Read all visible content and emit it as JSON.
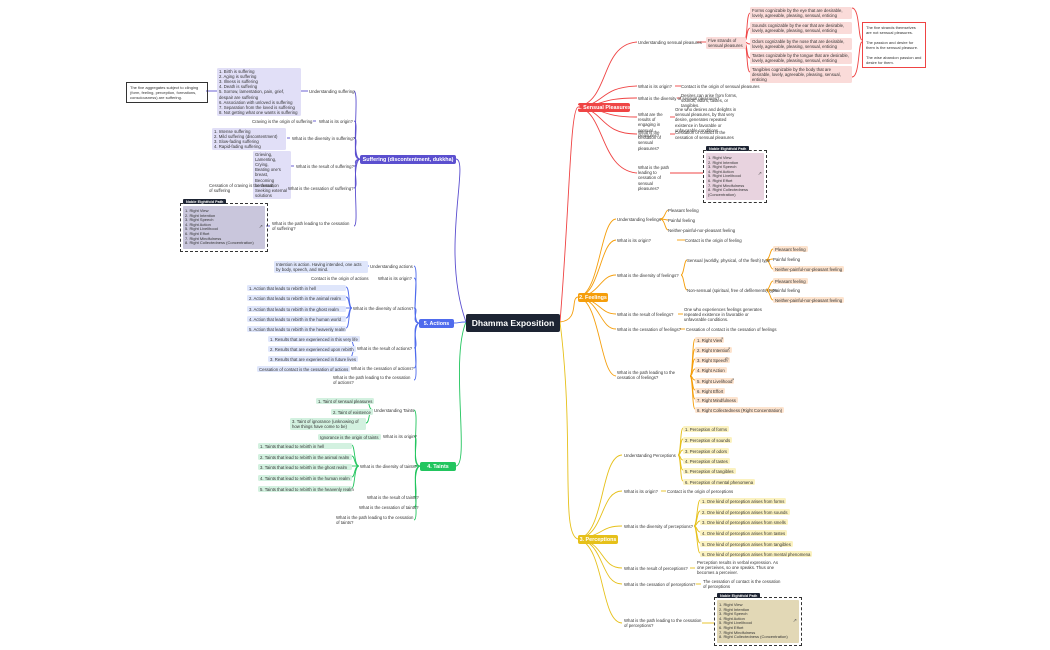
{
  "root": "Dhamma Exposition",
  "sensual": {
    "title": "1. Sensual Pleasures",
    "understanding": "Understanding sensual pleasures",
    "five_strands": "Five strands of sensual pleasures",
    "forms": "Forms cognizable by the eye that are desirable, lovely, agreeable, pleasing, sensual, enticing",
    "sounds": "Sounds cognizable by the ear that are desirable, lovely, agreeable, pleasing, sensual, enticing",
    "odors": "Odors cognizable by the nose that are desirable, lovely, agreeable, pleasing, sensual, enticing",
    "tastes": "Tastes cognizable by the tongue that are desirable, lovely, agreeable, pleasing, sensual, enticing",
    "tangibles": "Tangibles cognizable by the body that are desirable, lovely, agreeable, pleasing, sensual, enticing",
    "note": "The five strands themselves are not sensual pleasures.\n\nThe passion and desire for them is the sensual pleasure.\n\nThe wise abandon passion and desire for them.",
    "origin_q": "What is its origin?",
    "origin_a": "Contact is the origin of sensual pleasures",
    "diversity_q": "What is the diversity of sensual pleasures?",
    "diversity_a": "Desires can arise from forms, sounds, odors, tastes, or tangibles.",
    "results_q": "What are the results of engaging in sensual pleasures?",
    "results_a": "One who desires and delights in sensual pleasures, by that very desire, generates repeated existence in favorable or unfavorable conditions.",
    "cessation_q": "What is the cessation of sensual pleasures?",
    "cessation_a": "Cessation of contact is the cessation of sensual pleasures",
    "path_q": "What is the path leading to cessation of sensual pleasures?",
    "nep_title": "Noble Eightfold Path",
    "nep": "1. Right View\n2. Right Intention\n3. Right Speech\n4. Right Action\n5. Right Livelihood\n6. Right Effort\n7. Right Mindfulness\n8. Right Collectedness (Concentration)"
  },
  "feelings": {
    "title": "2. Feelings",
    "understanding": "Understanding feelings",
    "pleasant": "Pleasant feeling",
    "painful": "Painful feeling",
    "neither": "Neither-painful-nor-pleasant feeling",
    "origin_q": "What is its origin?",
    "origin_a": "Contact is the origin of feeling",
    "diversity_q": "What is the diversity of feelings?",
    "sensual_type": "Sensual (worldly, physical, of the flesh) type",
    "non_sensual_type": "Non-sensual (spiritual, free of defilements) type",
    "d_pleasant": "Pleasant feeling",
    "d_painful": "Painful feeling",
    "d_neither": "Neither-painful-nor-pleasant feeling",
    "result_q": "What is the result of feelings?",
    "result_a": "One who experiences feelings generates repeated existence in favorable or unfavorable conditions.",
    "cessation_q": "What is the cessation of feelings?",
    "cessation_a": "Cessation of contact is the cessation of feelings",
    "path_q": "What is the path leading to the cessation of feelings?",
    "path": [
      "1. Right View",
      "2. Right Intention",
      "3. Right Speech",
      "4. Right Action",
      "5. Right Livelihood",
      "6. Right Effort",
      "7. Right Mindfulness",
      "8. Right Collectedness (Right Concentration)"
    ]
  },
  "perceptions": {
    "title": "3. Perceptions",
    "understanding": "Understanding Perceptions",
    "items": [
      "1. Perception of forms",
      "2. Perception of sounds",
      "3. Perception of odors",
      "4. Perception of tastes",
      "5. Perception of tangibles",
      "6. Perception of mental phenomena"
    ],
    "origin_q": "What is its origin?",
    "origin_a": "Contact is the origin of perceptions",
    "diversity_q": "What is the diversity of perceptions?",
    "diversity": [
      "1. One kind of perception arises from forms",
      "2. One kind of perception arises from sounds",
      "3. One kind of perception arises from smells",
      "4. One kind of perception arises from tastes",
      "5. One kind of perception arises from tangibles",
      "6. One kind of perception arises from mental phenomena"
    ],
    "result_q": "What is the result of perceptions?",
    "result_a": "Perception results in verbal expression. As one perceives, so one speaks. Thus one becomes a perceiver.",
    "cessation_q": "What is the cessation of perceptions?",
    "cessation_a": "The cessation of contact is the cessation of perceptions",
    "path_q": "What is the path leading to the cessation of perceptions?",
    "nep_title": "Noble Eightfold Path",
    "nep": "1. Right View\n2. Right Intention\n3. Right Speech\n4. Right Action\n5. Right Livelihood\n6. Right Effort\n7. Right Mindfulness\n8. Right Collectedness (Concentration)"
  },
  "taints": {
    "title": "4. Taints",
    "understanding": "Understanding Taints",
    "t1": "1. Taint of sensual pleasures",
    "t2": "2. Taint of existence",
    "t3": "3. Taint of ignorance (unknowing of how things have come to be)",
    "origin_q": "What is its origin?",
    "origin_a": "Ignorance is the origin of taints",
    "diversity_q": "What is the diversity of taints?",
    "diversity": [
      "1. Taints that lead to rebirth in hell",
      "2. Taints that lead to rebirth in the animal realm",
      "3. Taints that lead to rebirth in the ghost realm",
      "4. Taints that lead to rebirth in the human realm",
      "5. Taints that lead to rebirth in the heavenly realm"
    ],
    "result_q": "What is the result of taints?",
    "cessation_q": "What is the cessation of taints?",
    "path_q": "What is the path leading to the cessation of taints?"
  },
  "actions": {
    "title": "5. Actions",
    "understanding": "Understanding actions",
    "intention": "Intention is action. Having intended, one acts by body, speech, and mind.",
    "origin_q": "What is its origin?",
    "origin_a": "Contact is the origin of actions",
    "diversity_q": "What is the diversity of actions?",
    "diversity": [
      "1. Action that leads to rebirth in hell",
      "2. Action that leads to rebirth in the animal realm",
      "3. Action that leads to rebirth in the ghost realm",
      "4. Action that leads to rebirth in the human world",
      "5. Action that leads to rebirth in the heavenly realm"
    ],
    "result_q": "What is the result of actions?",
    "results": [
      "1. Results that are experienced in this very life",
      "2. Results that are experienced upon rebirth",
      "3. Results that are experienced in future lives"
    ],
    "cessation_q": "What is the cessation of actions?",
    "cessation_a": "Cessation of contact is the cessation of actions",
    "path_q": "What is the path leading to the cessation of actions?"
  },
  "suffering": {
    "title": "Suffering (discontentment, dukkha)",
    "understanding": "Understanding suffering",
    "list": "1. Birth is suffering\n2. Aging is suffering\n3. Illness is suffering\n4. Death is suffering\n5. Sorrow, lamentation, pain, grief, despair are suffering\n6. Association with unloved is suffering\n7. Separation from the loved is suffering\n8. Not getting what one wants is suffering",
    "aggregates": "The five aggregates subject to clinging (form, feeling, perception, formations, consciousness) are suffering.",
    "origin_q": "What is its origin?",
    "origin_a": "Craving is the origin of suffering",
    "diversity_q": "What is the diversity in suffering?",
    "diversity_a": "1. Intense suffering\n2. Mild suffering (discontentment)\n3. Slow-fading suffering\n4. Rapid-fading suffering",
    "result_q": "What is the result of suffering?",
    "result_a": "Grieving,\nLamenting,\nCrying,\nBeating one's breast,\nBecoming confused,\nSeeking external solutions",
    "cessation_q": "What is the cessation of suffering?",
    "cessation_a": "Cessation of craving is the cessation of suffering",
    "path_q": "What is the path leading to the cessation of suffering?",
    "nep_title": "Noble Eightfold Path",
    "nep": "1. Right View\n2. Right Intention\n3. Right Speech\n4. Right Action\n5. Right Livelihood\n6. Right Effort\n7. Right Mindfulness\n8. Right Collectedness (Concentration)"
  },
  "colors": {
    "sensual": "#ef4444",
    "feelings": "#f59e0b",
    "perceptions": "#e6c019",
    "taints": "#22c55e",
    "actions": "#4f6bed",
    "suffering": "#5b4fcf",
    "root": "#1d2433"
  }
}
